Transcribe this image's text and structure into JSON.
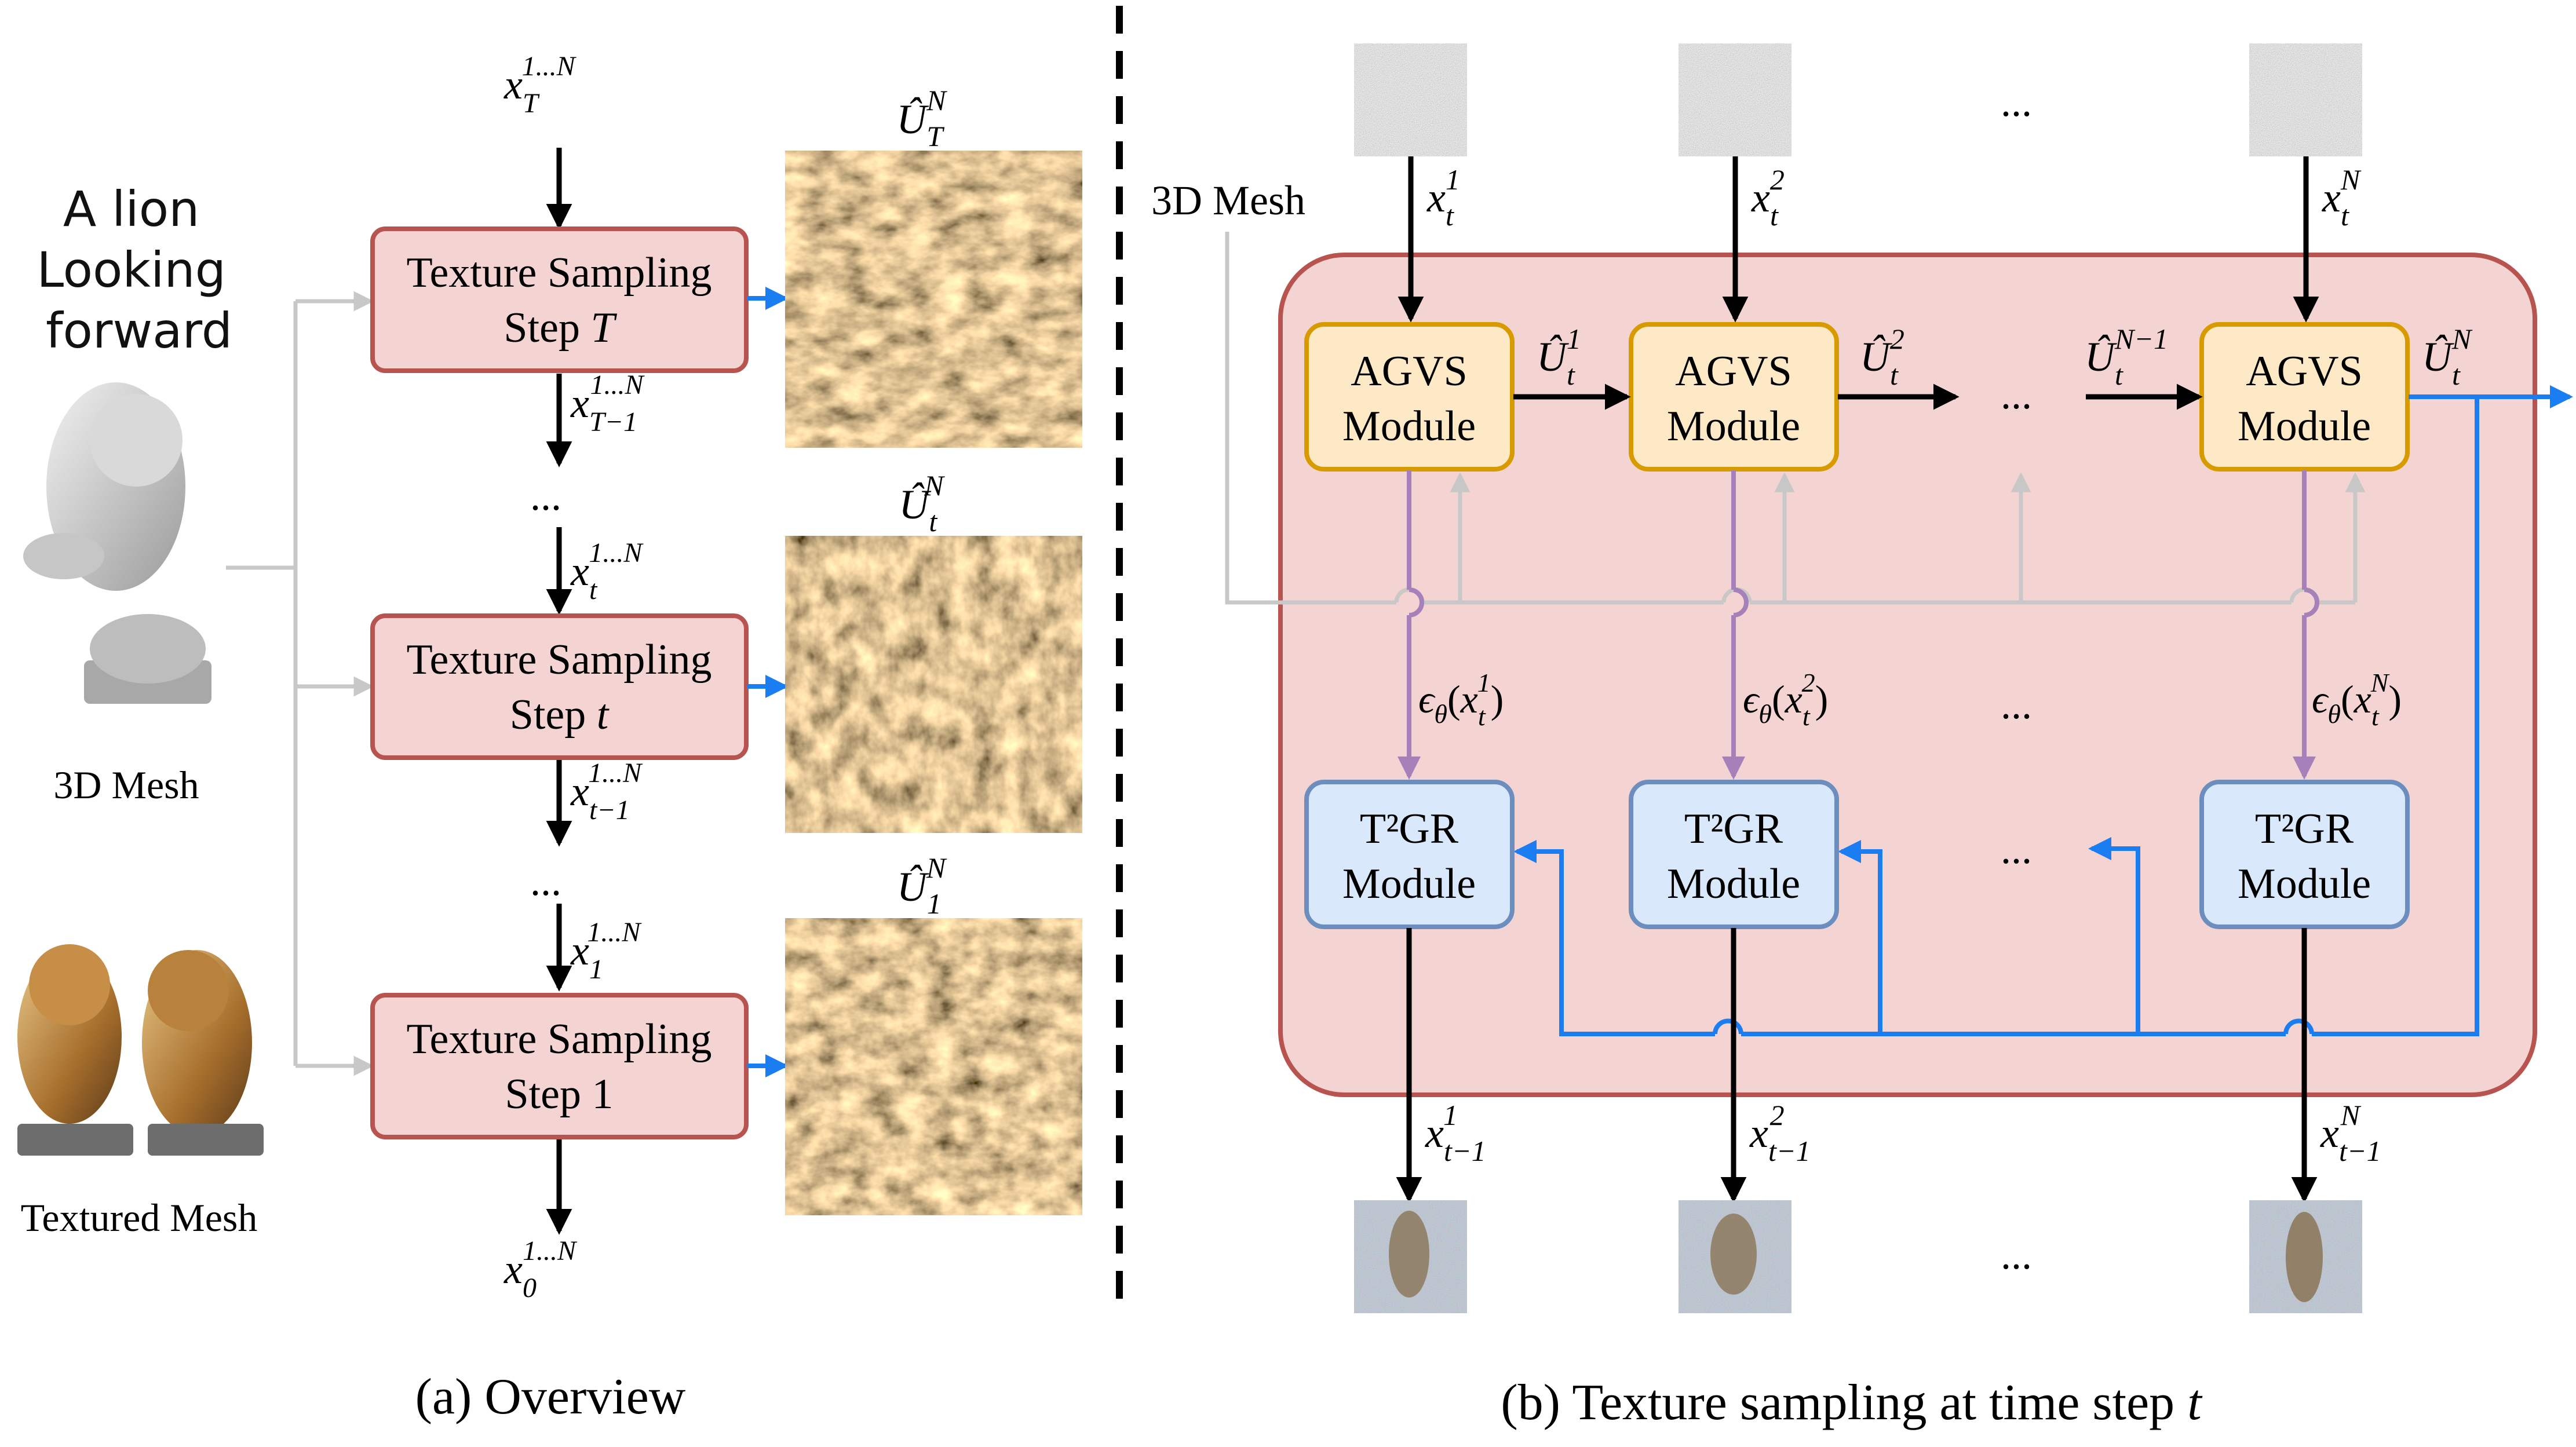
{
  "colors": {
    "sampling_box_fill": "#f4d4d2",
    "sampling_box_stroke": "#b85450",
    "panel_fill": "#f4d4d2",
    "panel_stroke": "#b85450",
    "agvs_fill": "#fde9c6",
    "agvs_stroke": "#d79b00",
    "t2gr_fill": "#dae8fc",
    "t2gr_stroke": "#6c8ebf",
    "blue_arrow": "#1a7ef2",
    "gray_arrow": "#c8c8c8",
    "purple_arrow": "#a680b8",
    "black": "#000000"
  },
  "overview": {
    "prompt_lines": [
      "A lion",
      "Looking",
      "forward"
    ],
    "mesh_label": "3D Mesh",
    "textured_label": "Textured Mesh",
    "boxes": [
      {
        "line1": "Texture Sampling",
        "line2": "Step ",
        "step_var": "T"
      },
      {
        "line1": "Texture Sampling",
        "line2": "Step ",
        "step_var": "t"
      },
      {
        "line1": "Texture Sampling",
        "line2": "Step 1",
        "step_var": ""
      }
    ],
    "x_labels": {
      "top": {
        "base": "x",
        "sub": "T",
        "sup": "1...N"
      },
      "after_T": {
        "base": "x",
        "sub": "T−1",
        "sup": "1...N"
      },
      "before_t": {
        "base": "x",
        "sub": "t",
        "sup": "1...N"
      },
      "after_t": {
        "base": "x",
        "sub": "t−1",
        "sup": "1...N"
      },
      "before_1": {
        "base": "x",
        "sub": "1",
        "sup": "1...N"
      },
      "bottom": {
        "base": "x",
        "sub": "0",
        "sup": "1...N"
      }
    },
    "u_labels": [
      {
        "base": "Û",
        "sub": "T",
        "sup": "N"
      },
      {
        "base": "Û",
        "sub": "t",
        "sup": "N"
      },
      {
        "base": "Û",
        "sub": "1",
        "sup": "N"
      }
    ],
    "ellipsis": "...",
    "caption": "(a) Overview"
  },
  "sampling": {
    "mesh_label": "3D Mesh",
    "agvs_line1": "AGVS",
    "agvs_line2": "Module",
    "t2gr_line1": "T²GR",
    "t2gr_line2": "Module",
    "x_in": [
      {
        "base": "x",
        "sub": "t",
        "sup": "1"
      },
      {
        "base": "x",
        "sub": "t",
        "sup": "2"
      },
      {
        "base": "x",
        "sub": "t",
        "sup": "N"
      }
    ],
    "u_hat": [
      {
        "base": "Û",
        "sub": "t",
        "sup": "1"
      },
      {
        "base": "Û",
        "sub": "t",
        "sup": "2"
      },
      {
        "base": "Û",
        "sub": "t",
        "sup": "N−1"
      },
      {
        "base": "Û",
        "sub": "t",
        "sup": "N"
      }
    ],
    "eps": [
      {
        "pre": "ϵ",
        "pre_sub": "θ",
        "open": "(",
        "base": "x",
        "sub": "t",
        "sup": "1",
        "close": ")"
      },
      {
        "pre": "ϵ",
        "pre_sub": "θ",
        "open": "(",
        "base": "x",
        "sub": "t",
        "sup": "2",
        "close": ")"
      },
      {
        "pre": "ϵ",
        "pre_sub": "θ",
        "open": "(",
        "base": "x",
        "sub": "t",
        "sup": "N",
        "close": ")"
      }
    ],
    "x_out": [
      {
        "base": "x",
        "sub": "t−1",
        "sup": "1"
      },
      {
        "base": "x",
        "sub": "t−1",
        "sup": "2"
      },
      {
        "base": "x",
        "sub": "t−1",
        "sup": "N"
      }
    ],
    "ellipsis": "...",
    "caption_prefix": "(b) Texture sampling at time step ",
    "caption_var": "t"
  }
}
